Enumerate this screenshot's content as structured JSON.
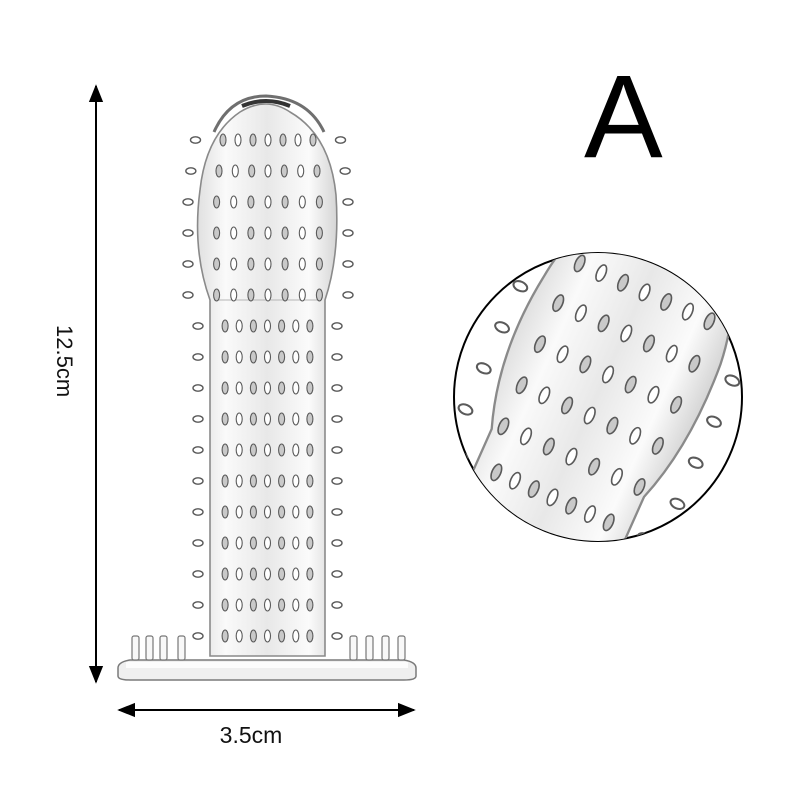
{
  "product_image": {
    "variant_label": "A",
    "height_dimension": "12.5cm",
    "width_dimension": "3.5cm",
    "colors": {
      "line": "#000000",
      "material_light": "#f2f2f2",
      "material_mid": "#c9c9c9",
      "material_dark": "#5a5a5a"
    }
  }
}
